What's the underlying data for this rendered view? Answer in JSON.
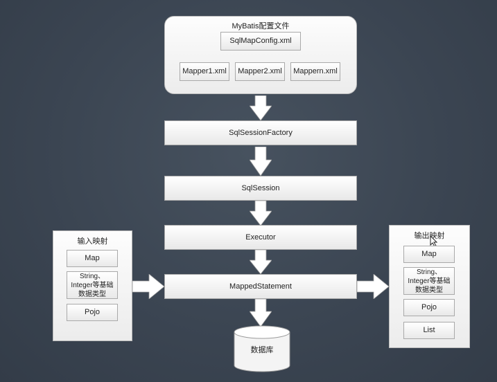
{
  "config": {
    "title": "MyBatis配置文件",
    "main_file": "SqlMapConfig.xml",
    "mappers": [
      "Mapper1.xml",
      "Mapper2.xml",
      "Mappern.xml"
    ]
  },
  "flow": {
    "factory": "SqlSessionFactory",
    "session": "SqlSession",
    "executor": "Executor",
    "statement": "MappedStatement",
    "database": "数据库"
  },
  "input": {
    "title": "输入映射",
    "items": [
      "Map",
      "String、Integer等基础数据类型",
      "Pojo"
    ]
  },
  "output": {
    "title": "输出映射",
    "items": [
      "Map",
      "String、Integer等基础数据类型",
      "Pojo",
      "List"
    ]
  },
  "colors": {
    "background": "#3b4552",
    "box_fill": "#ffffff",
    "box_border": "#a9a9a9"
  },
  "icons": [
    "down-arrow-icon",
    "right-arrow-icon",
    "database-cylinder-icon",
    "mouse-cursor-icon"
  ]
}
